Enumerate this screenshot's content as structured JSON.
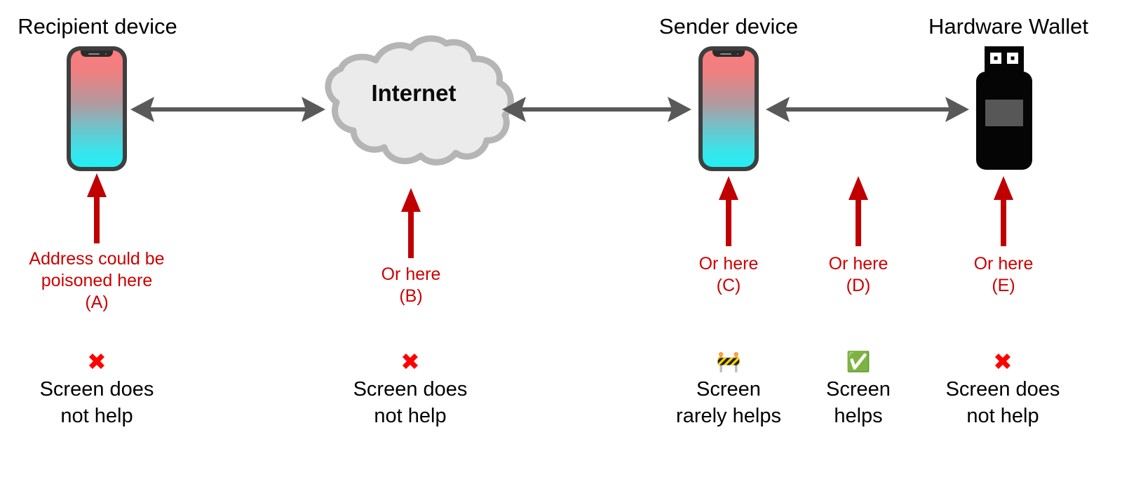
{
  "diagram": {
    "title_bar_note": "Address poisoning attack surface diagram",
    "background_color": "#ffffff",
    "accent_red": "#cc0000",
    "x_mark_red": "#ff0000",
    "arrow_gray": "#595959",
    "cloud_fill": "#ebebeb",
    "cloud_stroke": "#b5b5b5"
  },
  "nodes": {
    "recipient": {
      "title": "Recipient device",
      "type": "phone"
    },
    "internet": {
      "title": "Internet",
      "type": "cloud"
    },
    "sender": {
      "title": "Sender device",
      "type": "phone"
    },
    "wallet": {
      "title": "Hardware Wallet",
      "type": "hardware-wallet"
    }
  },
  "links": [
    {
      "from": "recipient",
      "to": "internet",
      "style": "double-headed"
    },
    {
      "from": "internet",
      "to": "sender",
      "style": "double-headed"
    },
    {
      "from": "sender",
      "to": "wallet",
      "style": "double-headed"
    }
  ],
  "annotations": [
    {
      "id": "A",
      "text": "Address could be\npoisoned here\n(A)"
    },
    {
      "id": "B",
      "text": "Or here\n(B)"
    },
    {
      "id": "C",
      "text": "Or here\n(C)"
    },
    {
      "id": "D",
      "text": "Or here\n(D)"
    },
    {
      "id": "E",
      "text": "Or here\n(E)"
    }
  ],
  "verdicts": [
    {
      "id": "A",
      "icon": "✖",
      "icon_name": "red-x-icon",
      "icon_kind": "x",
      "text": "Screen does\nnot help"
    },
    {
      "id": "B",
      "icon": "✖",
      "icon_name": "red-x-icon",
      "icon_kind": "x",
      "text": "Screen does\nnot help"
    },
    {
      "id": "C",
      "icon": "🚧",
      "icon_name": "construction-barrier-icon",
      "icon_kind": "emoji",
      "text": "Screen\nrarely helps"
    },
    {
      "id": "D",
      "icon": "✅",
      "icon_name": "green-check-icon",
      "icon_kind": "emoji",
      "text": "Screen\nhelps"
    },
    {
      "id": "E",
      "icon": "✖",
      "icon_name": "red-x-icon",
      "icon_kind": "x",
      "text": "Screen does\nnot help"
    }
  ]
}
